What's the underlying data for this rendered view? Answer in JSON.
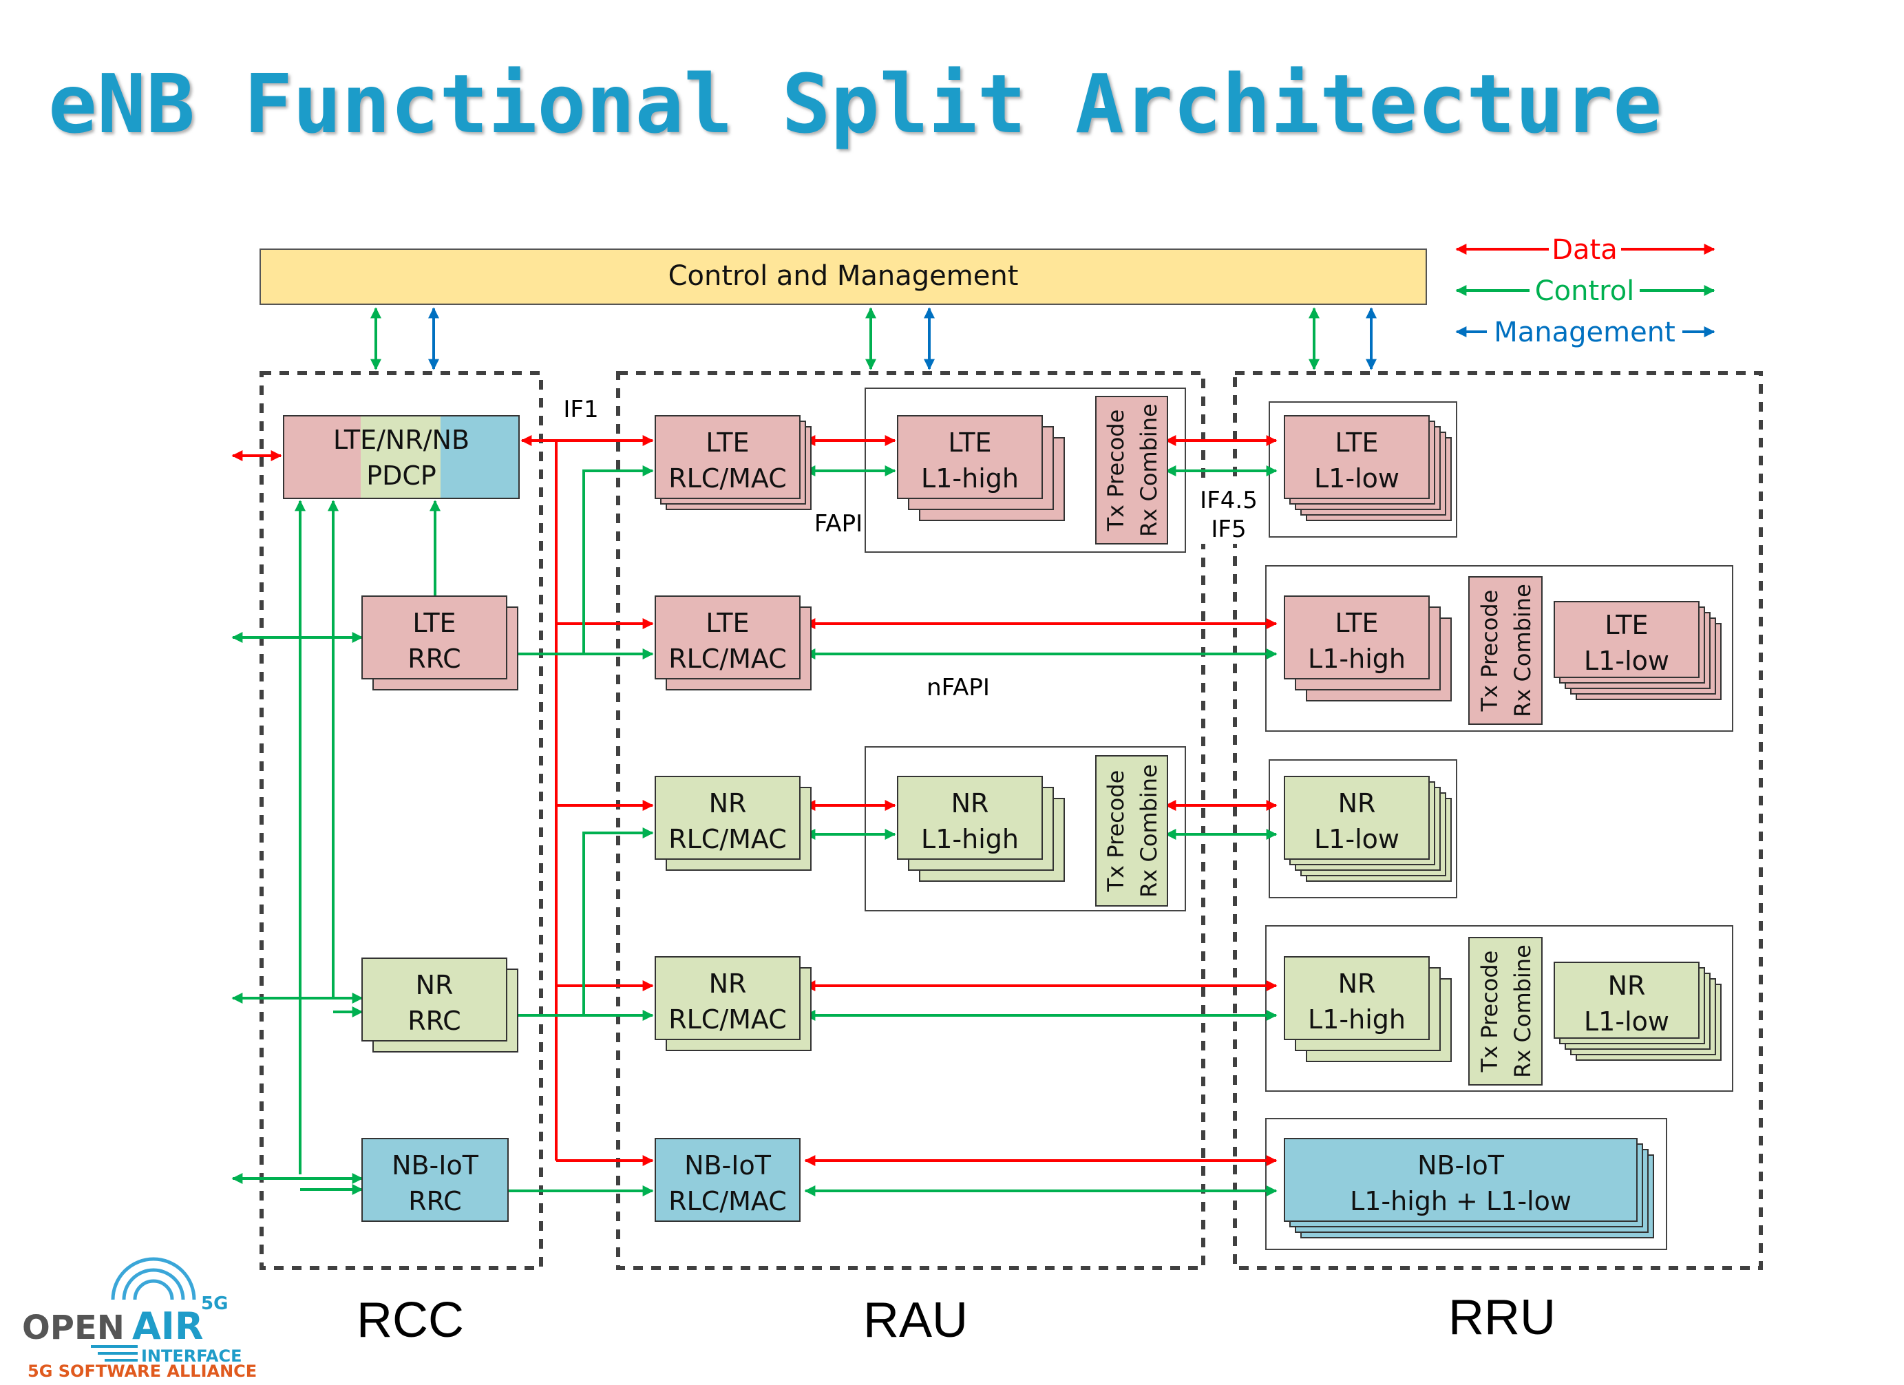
{
  "title": "eNB Functional Split Architecture",
  "colors": {
    "title": "#1f9cc9",
    "data": "#ff0000",
    "control": "#00b050",
    "management": "#0070c0",
    "lte_fill": "#e6b8b7",
    "nr_fill": "#d8e4bc",
    "nb_fill": "#92cddc",
    "cm_fill": "#ffe699"
  },
  "control_management": "Control and Management",
  "legend": {
    "data": "Data",
    "control": "Control",
    "management": "Management"
  },
  "regions": {
    "rcc": "RCC",
    "rau": "RAU",
    "rru": "RRU"
  },
  "interfaces": {
    "if1": "IF1",
    "fapi": "FAPI",
    "nfapi": "nFAPI",
    "if45": "IF4.5",
    "if5": "IF5"
  },
  "rcc": {
    "pdcp": {
      "line1": "LTE/NR/NB",
      "line2": "PDCP"
    },
    "lte_rrc": {
      "line1": "LTE",
      "line2": "RRC"
    },
    "nr_rrc": {
      "line1": "NR",
      "line2": "RRC"
    },
    "nb_rrc": {
      "line1": "NB-IoT",
      "line2": "RRC"
    }
  },
  "rau": {
    "lte_rlc_1": {
      "line1": "LTE",
      "line2": "RLC/MAC"
    },
    "lte_l1high": {
      "line1": "LTE",
      "line2": "L1-high"
    },
    "lte_rlc_2": {
      "line1": "LTE",
      "line2": "RLC/MAC"
    },
    "nr_rlc_1": {
      "line1": "NR",
      "line2": "RLC/MAC"
    },
    "nr_l1high": {
      "line1": "NR",
      "line2": "L1-high"
    },
    "nr_rlc_2": {
      "line1": "NR",
      "line2": "RLC/MAC"
    },
    "nb_rlc": {
      "line1": "NB-IoT",
      "line2": "RLC/MAC"
    },
    "precode_lte": {
      "line1": "Tx Precode",
      "line2": "Rx Combine"
    },
    "precode_nr": {
      "line1": "Tx Precode",
      "line2": "Rx Combine"
    }
  },
  "rru": {
    "lte_l1low_1": {
      "line1": "LTE",
      "line2": "L1-low"
    },
    "lte_l1high": {
      "line1": "LTE",
      "line2": "L1-high"
    },
    "lte_l1low_2": {
      "line1": "LTE",
      "line2": "L1-low"
    },
    "nr_l1low_1": {
      "line1": "NR",
      "line2": "L1-low"
    },
    "nr_l1high": {
      "line1": "NR",
      "line2": "L1-high"
    },
    "nr_l1low_2": {
      "line1": "NR",
      "line2": "L1-low"
    },
    "nb_l1": {
      "line1": "NB-IoT",
      "line2": "L1-high + L1-low"
    },
    "precode_lte": {
      "line1": "Tx Precode",
      "line2": "Rx Combine"
    },
    "precode_nr": {
      "line1": "Tx Precode",
      "line2": "Rx Combine"
    }
  },
  "logo": {
    "open": "OPEN",
    "air": "AIR",
    "superscript": "5G",
    "interface": "INTERFACE",
    "tagline": "5G SOFTWARE ALLIANCE"
  }
}
